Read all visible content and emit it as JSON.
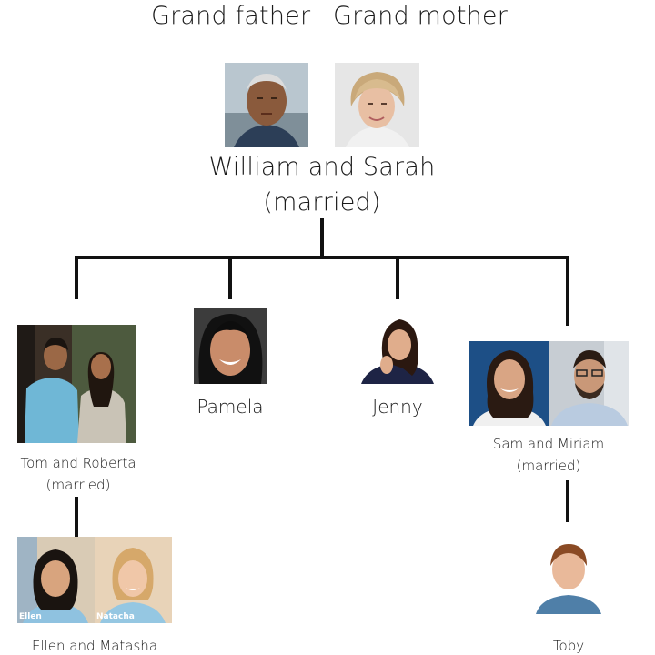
{
  "header": {
    "grandfather_label": "Grand father",
    "grandmother_label": "Grand mother"
  },
  "grandparents": {
    "names": "William and Sarah",
    "status": "(married)"
  },
  "children": [
    {
      "names": "Tom and Roberta",
      "status": "(married)"
    },
    {
      "names": "Pamela"
    },
    {
      "names": "Jenny"
    },
    {
      "names": "Sam and Miriam",
      "status": "(married)"
    }
  ],
  "grandchildren": {
    "tom_roberta_children": {
      "names": "Ellen and Matasha",
      "photo_tags": [
        "Ellen",
        "Natacha"
      ]
    },
    "sam_miriam_child": {
      "names": "Toby"
    }
  },
  "colors": {
    "line": "#111111",
    "text": "#1a1a1a",
    "background": "#ffffff"
  }
}
